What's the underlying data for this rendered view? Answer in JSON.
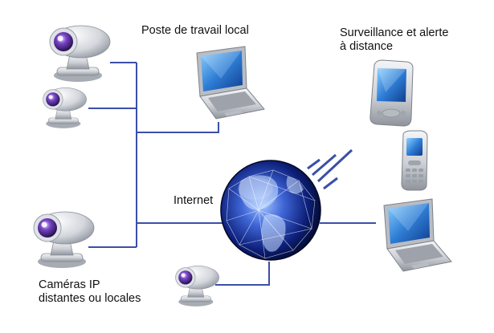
{
  "labels": {
    "local_workstation": "Poste de travail local",
    "remote_monitoring_line1": "Surveillance et alerte",
    "remote_monitoring_line2": "à distance",
    "internet": "Internet",
    "cameras_line1": "Caméras IP",
    "cameras_line2": "distantes ou locales"
  },
  "colors": {
    "connector": "#3b4fa8",
    "globe_dark": "#05103c",
    "globe_light": "#5b7fe0",
    "device_silver": "#c9ccd2",
    "screen_blue": "#2f7fd6",
    "camera_lens": "#5a2fa0"
  },
  "icons": {
    "camera": "ip-camera-icon",
    "laptop": "laptop-icon",
    "pda": "pda-icon",
    "phone": "mobile-phone-icon",
    "globe": "internet-globe-icon",
    "signal": "wireless-signal-icon"
  }
}
